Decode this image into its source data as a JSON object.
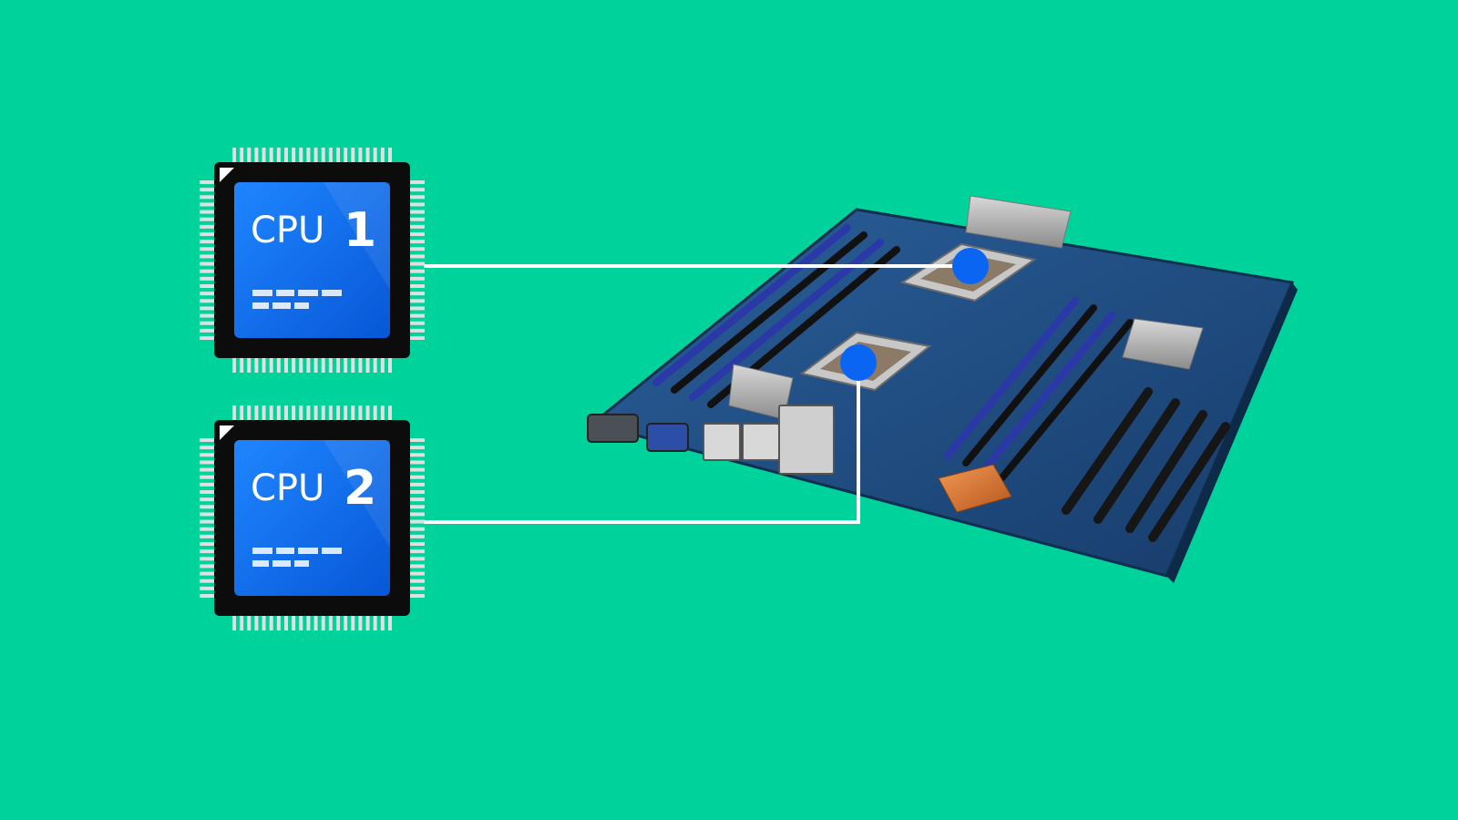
{
  "colors": {
    "background": "#00d29c",
    "chip_body": "#0c0c0c",
    "chip_die": "#0a6cf5",
    "chip_pin": "#e0e0e0",
    "connector_line": "#ffffff",
    "socket_marker": "#0a66f2",
    "board": "#1f4f86"
  },
  "chips": [
    {
      "label": "CPU",
      "number": "1"
    },
    {
      "label": "CPU",
      "number": "2"
    }
  ],
  "icons": [
    "cpu-chip-icon",
    "motherboard-image",
    "socket-marker-dot"
  ]
}
